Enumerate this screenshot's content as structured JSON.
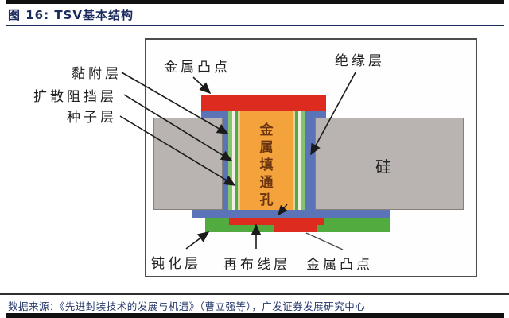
{
  "header": {
    "title": "图 16: TSV基本结构"
  },
  "footer": {
    "source": "数据来源：《先进封装技术的发展与机遇》（曹立强等），广发证券发展研究中心"
  },
  "diagram": {
    "labels": {
      "adhesion": "黏附层",
      "barrier": "扩散阻挡层",
      "seed": "种子层",
      "bump_top": "金属凸点",
      "insulation": "绝缘层",
      "via_fill": "金属填通孔",
      "silicon": "硅",
      "passivation": "钝化层",
      "rdl": "再布线层",
      "bump_bottom": "金属凸点"
    },
    "colors": {
      "red": "#de2b20",
      "blue": "#5b74b8",
      "green": "#52ab3e",
      "light_green": "#83c46d",
      "white_stripe": "#f2efe6",
      "cream": "#ded3a4",
      "orange": "#f4a23b",
      "silicon_gray": "#b9b4b1",
      "title_navy": "#1b2b5e",
      "source_navy": "#26396b"
    }
  }
}
